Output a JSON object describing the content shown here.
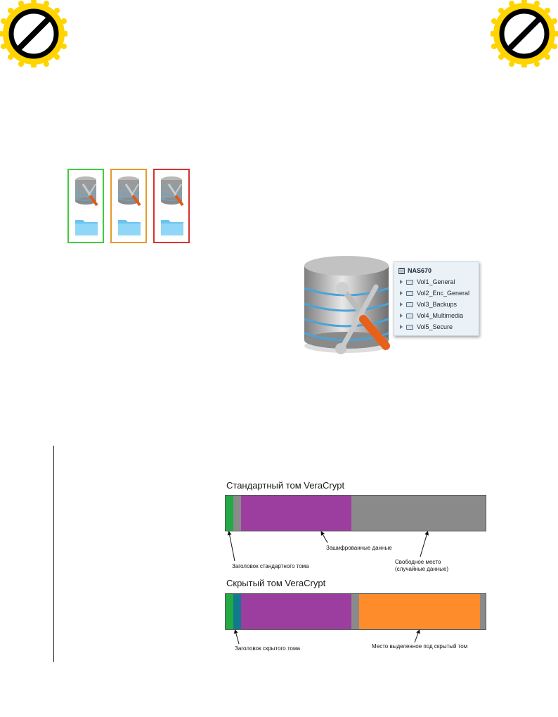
{
  "colors": {
    "green_header": "#22aa44",
    "gray_free": "#8a8a8a",
    "purple_data": "#9b3ea0",
    "teal_hidden_header": "#127a8e",
    "orange_hidden": "#ff8c2a",
    "tile_green": "#3fcb3f",
    "tile_orange": "#e39b2a",
    "tile_red": "#d63131",
    "badge_yellow": "#ffd400"
  },
  "icons": {
    "corner_left": "no-sign-badge-icon",
    "corner_right": "no-sign-badge-icon",
    "drive": "database-tools-icon",
    "folder": "folder-icon"
  },
  "nas": {
    "name": "NAS670",
    "volumes": [
      "Vol1_General",
      "Vol2_Enc_General",
      "Vol3_Backups",
      "Vol4_Multimedia",
      "Vol5_Secure"
    ]
  },
  "standard_volume": {
    "title": "Стандартный том VeraCrypt",
    "label_encrypted": "Зашифрованные данные",
    "label_free_1": "Свободное место",
    "label_free_2": "(случайные данные)",
    "label_header": "Заголовок стандартного тома"
  },
  "hidden_volume": {
    "title": "Скрытый том VeraCrypt",
    "label_header": "Заголовок скрытого тома",
    "label_hidden_space": "Место выделенное под скрытый том"
  }
}
